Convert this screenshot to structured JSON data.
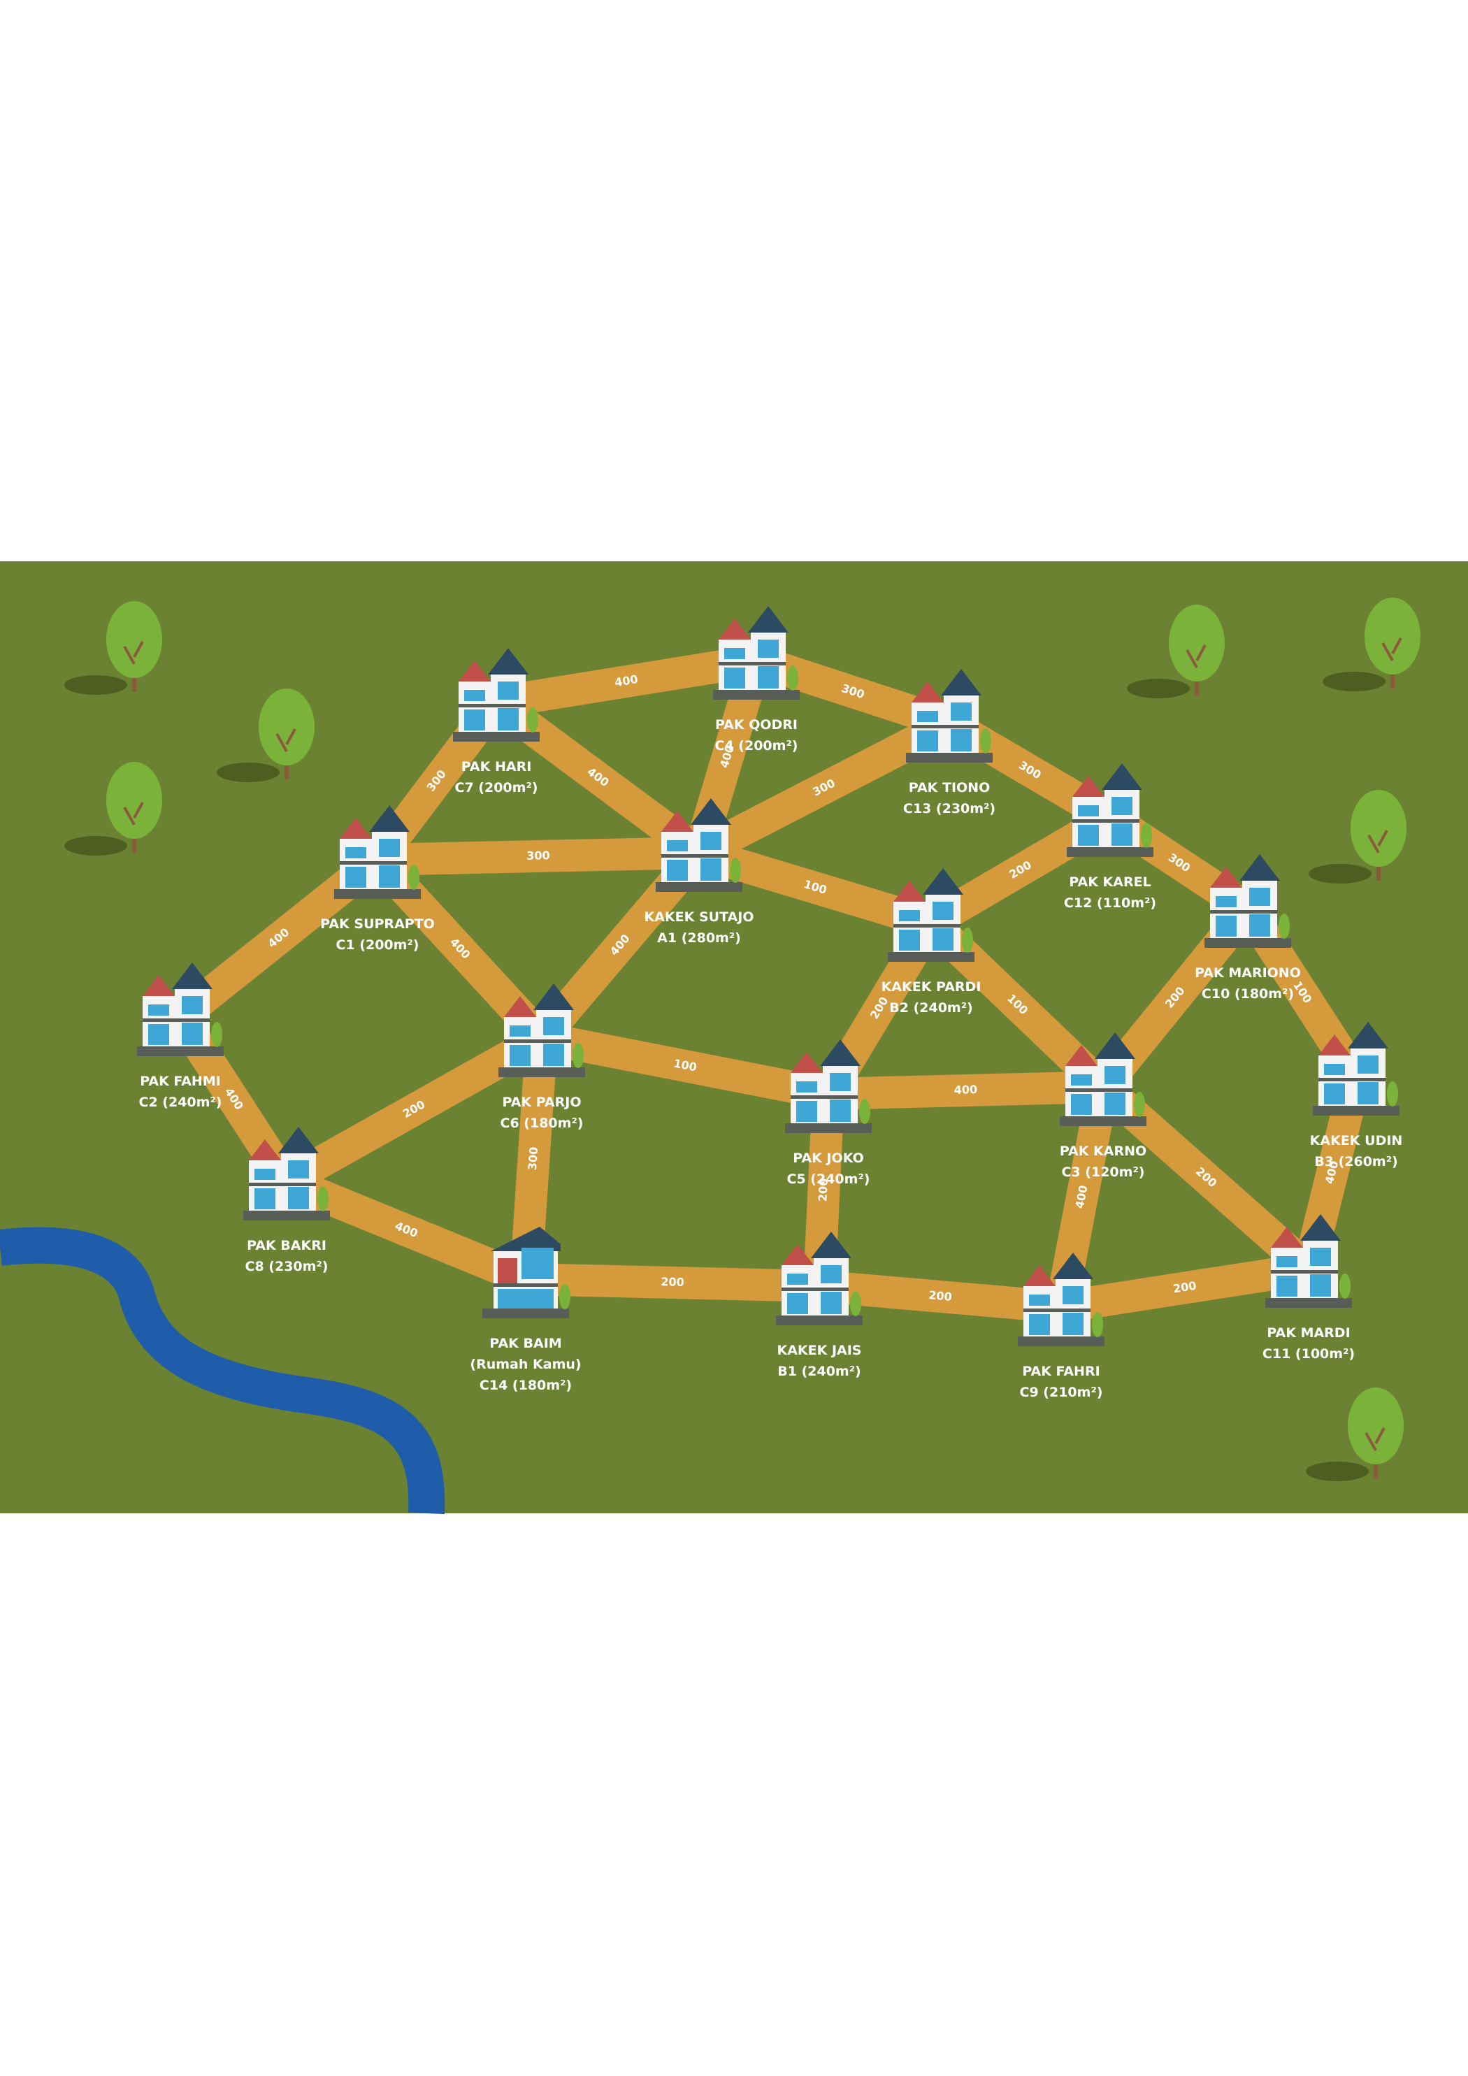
{
  "colors": {
    "grass": "#6B8232",
    "road": "#D49A3C",
    "river": "#1F5DAA",
    "tree": "#7BB33A",
    "tree_trunk": "#8A5A3B",
    "shadow": "#4D5E20",
    "roof_red": "#C2504A",
    "roof_navy": "#2D4A63",
    "wall": "#F3F3F3",
    "window": "#3FA7D6",
    "base": "#585D57",
    "label": "#FFFFFF"
  },
  "houses": [
    {
      "id": "c7",
      "name": "PAK HARI",
      "code": "C7 (200m²)"
    },
    {
      "id": "c4",
      "name": "PAK QODRI",
      "code": "C4 (200m²)"
    },
    {
      "id": "c13",
      "name": "PAK TIONO",
      "code": "C13 (230m²)"
    },
    {
      "id": "c12",
      "name": "PAK KAREL",
      "code": "C12 (110m²)"
    },
    {
      "id": "c10",
      "name": "PAK MARIONO",
      "code": "C10 (180m²)"
    },
    {
      "id": "c1",
      "name": "PAK SUPRAPTO",
      "code": "C1 (200m²)"
    },
    {
      "id": "a1",
      "name": "KAKEK SUTAJO",
      "code": "A1 (280m²)"
    },
    {
      "id": "b2",
      "name": "KAKEK PARDI",
      "code": "B2 (240m²)"
    },
    {
      "id": "c2",
      "name": "PAK FAHMI",
      "code": "C2 (240m²)"
    },
    {
      "id": "c6",
      "name": "PAK PARJO",
      "code": "C6 (180m²)"
    },
    {
      "id": "c5",
      "name": "PAK JOKO",
      "code": "C5 (240m²)"
    },
    {
      "id": "c3",
      "name": "PAK KARNO",
      "code": "C3 (120m²)"
    },
    {
      "id": "b3",
      "name": "KAKEK UDIN",
      "code": "B3 (260m²)"
    },
    {
      "id": "c8",
      "name": "PAK BAKRI",
      "code": "C8 (230m²)"
    },
    {
      "id": "c14",
      "name": "PAK BAIM",
      "subtitle": "(Rumah Kamu)",
      "code": "C14 (180m²)",
      "special": true
    },
    {
      "id": "b1",
      "name": "KAKEK JAIS",
      "code": "B1 (240m²)"
    },
    {
      "id": "c9",
      "name": "PAK FAHRI",
      "code": "C9 (210m²)"
    },
    {
      "id": "c11",
      "name": "PAK MARDI",
      "code": "C11 (100m²)"
    }
  ],
  "roads": [
    {
      "from": "c7",
      "to": "c4",
      "distance": "400"
    },
    {
      "from": "c4",
      "to": "c13",
      "distance": "300"
    },
    {
      "from": "c13",
      "to": "c12",
      "distance": "300"
    },
    {
      "from": "c12",
      "to": "c10",
      "distance": "300"
    },
    {
      "from": "c7",
      "to": "c1",
      "distance": "300"
    },
    {
      "from": "c7",
      "to": "a1",
      "distance": "400"
    },
    {
      "from": "c4",
      "to": "a1",
      "distance": "400"
    },
    {
      "from": "c13",
      "to": "a1",
      "distance": "300"
    },
    {
      "from": "c1",
      "to": "a1",
      "distance": "300"
    },
    {
      "from": "a1",
      "to": "b2",
      "distance": "100"
    },
    {
      "from": "b2",
      "to": "c12",
      "distance": "200"
    },
    {
      "from": "c1",
      "to": "c2",
      "distance": "400"
    },
    {
      "from": "c1",
      "to": "c6",
      "distance": "400"
    },
    {
      "from": "a1",
      "to": "c6",
      "distance": "400"
    },
    {
      "from": "b2",
      "to": "c5",
      "distance": "200"
    },
    {
      "from": "b2",
      "to": "c3",
      "distance": "100"
    },
    {
      "from": "c10",
      "to": "c3",
      "distance": "200"
    },
    {
      "from": "c10",
      "to": "b3",
      "distance": "100"
    },
    {
      "from": "c2",
      "to": "c8",
      "distance": "400"
    },
    {
      "from": "c6",
      "to": "c8",
      "distance": "200"
    },
    {
      "from": "c6",
      "to": "c5",
      "distance": "100"
    },
    {
      "from": "c5",
      "to": "c3",
      "distance": "400"
    },
    {
      "from": "c6",
      "to": "c14",
      "distance": "300"
    },
    {
      "from": "c8",
      "to": "c14",
      "distance": "400"
    },
    {
      "from": "c5",
      "to": "b1",
      "distance": "200"
    },
    {
      "from": "c3",
      "to": "c9",
      "distance": "400"
    },
    {
      "from": "c3",
      "to": "c11",
      "distance": "200"
    },
    {
      "from": "b3",
      "to": "c11",
      "distance": "400"
    },
    {
      "from": "c14",
      "to": "b1",
      "distance": "200"
    },
    {
      "from": "b1",
      "to": "c9",
      "distance": "200"
    },
    {
      "from": "c9",
      "to": "c11",
      "distance": "200"
    }
  ]
}
